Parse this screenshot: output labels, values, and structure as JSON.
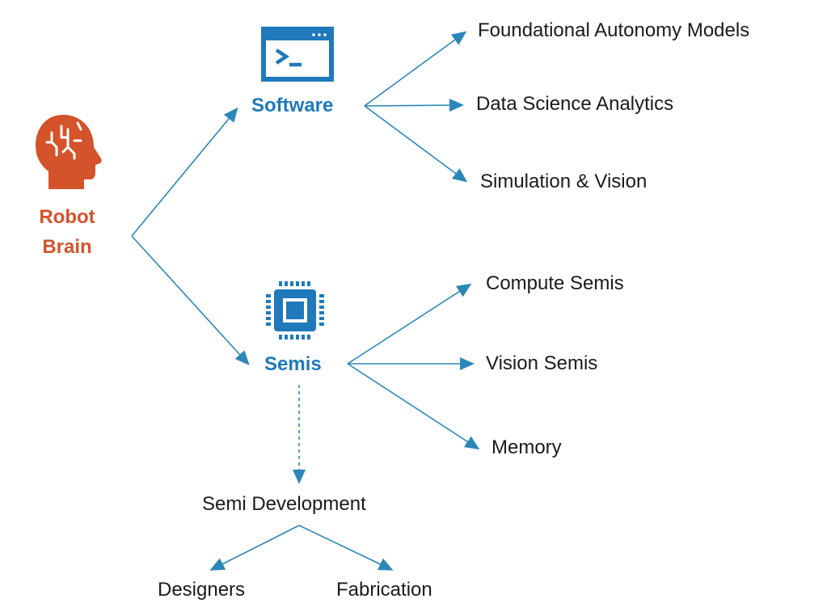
{
  "colors": {
    "root": "#d4532b",
    "category": "#1f79bb",
    "arrow": "#2a87b8",
    "text": "#1a1a1a"
  },
  "root": {
    "icon": "brain-head-icon",
    "label_line1": "Robot",
    "label_line2": "Brain"
  },
  "categories": [
    {
      "id": "software",
      "icon": "terminal-window-icon",
      "label": "Software",
      "children": [
        "Foundational Autonomy Models",
        "Data Science Analytics",
        "Simulation & Vision"
      ]
    },
    {
      "id": "semis",
      "icon": "chip-icon",
      "label": "Semis",
      "children": [
        "Compute Semis",
        "Vision Semis",
        "Memory"
      ],
      "subnode": {
        "label": "Semi Development",
        "link": "dashed",
        "children": [
          "Designers",
          "Fabrication"
        ]
      }
    }
  ]
}
